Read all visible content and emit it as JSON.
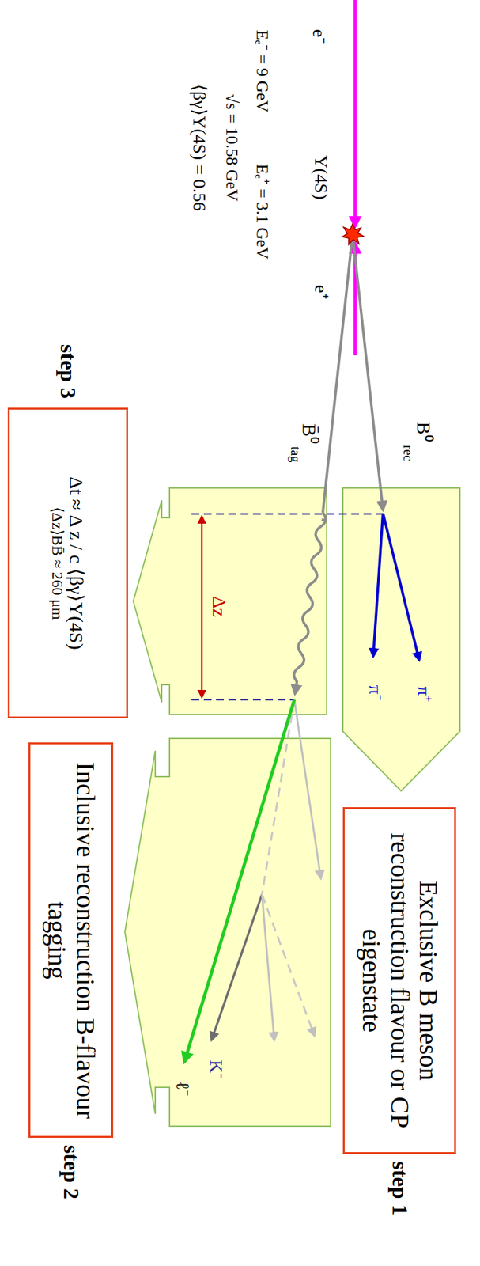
{
  "diagram": {
    "nodes": [
      {
        "text": [
          "Exclusive B meson reconstruction flavour or CP eigenstate",
          "step 1"
        ]
      },
      {
        "text": [
          "Inclusive reconstruction B-flavour tagging",
          "step 2"
        ]
      },
      {
        "text": [
          "Δt ≈ Δ z / c ⟨βγ⟩Υ(4S)",
          "⟨Δz⟩BB̄ ≈ 260 μm",
          "step 3"
        ]
      }
    ],
    "labels": [
      "e⁻",
      "Υ(4S)",
      "e⁺",
      "Eₑ⁻ = 9 GeV",
      "Eₑ⁺ = 3.1 GeV",
      "√s = 10.58 GeV",
      "⟨βγ⟩Υ(4S) = 0.56",
      "B⁰",
      "rec",
      "B̄⁰",
      "tag",
      "π⁺",
      "π⁻",
      "Δz",
      "K⁻",
      "ℓ⁻"
    ]
  }
}
